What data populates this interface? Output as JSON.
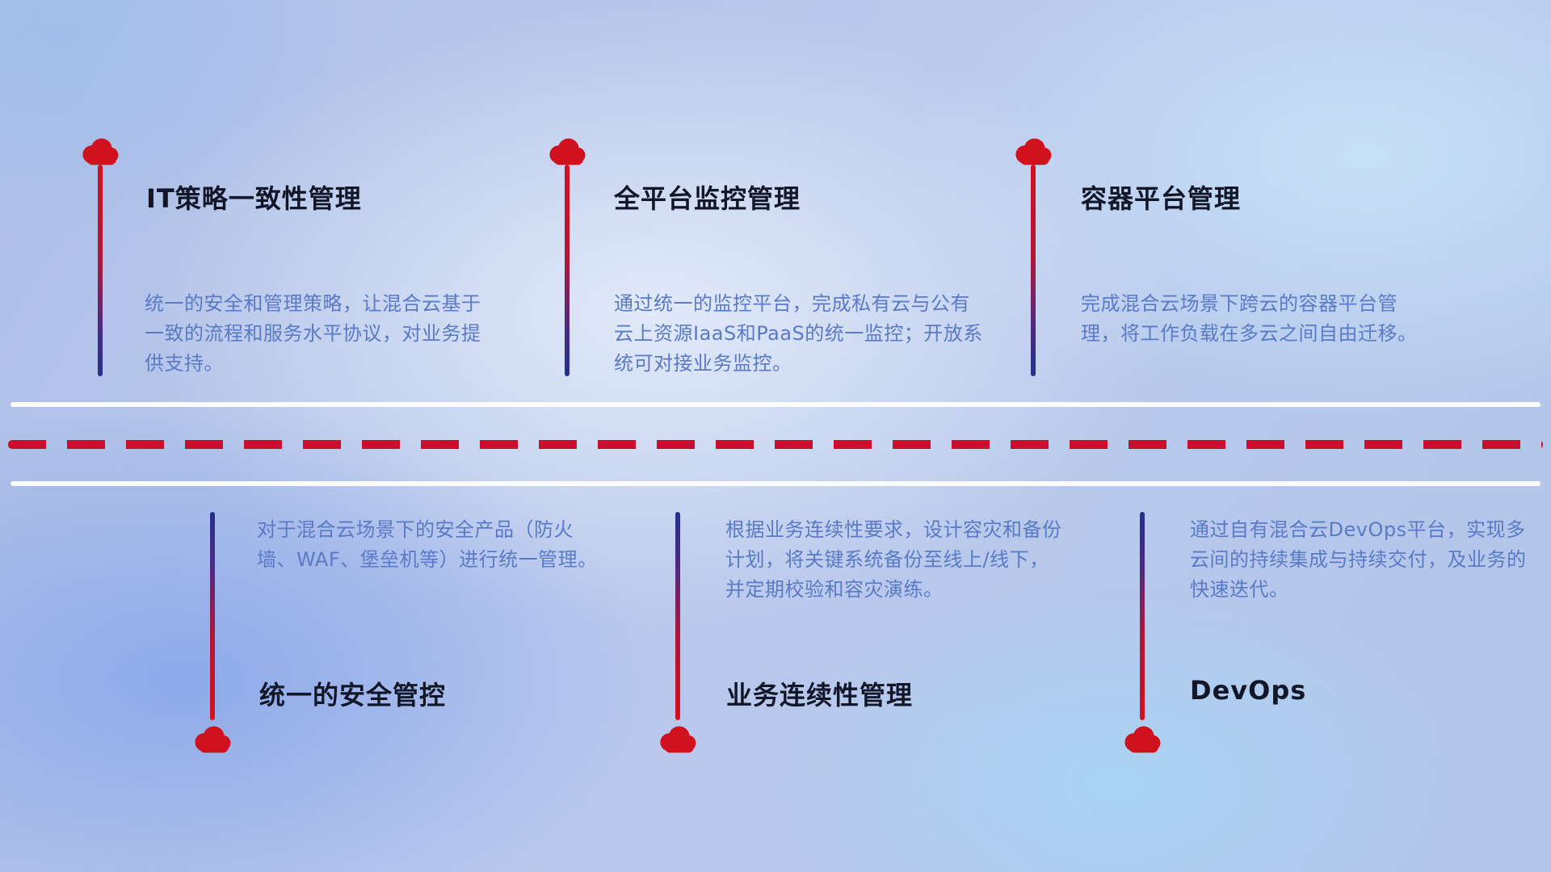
{
  "diagram": {
    "type": "timeline-infographic",
    "theme": "hybrid cloud management capabilities"
  },
  "colors": {
    "accent_red": "#d0121f",
    "dash_red": "#c8102e",
    "stem_blue": "#24318c",
    "title_text": "#111728",
    "desc_text": "#5b7ac5",
    "divider_white": "#ffffff",
    "background_base": "#b2c6ea"
  },
  "top_items": [
    {
      "title": "IT策略一致性管理",
      "desc": "统一的安全和管理策略，让混合云基于一致的流程和服务水平协议，对业务提供支持。"
    },
    {
      "title": "全平台监控管理",
      "desc": "通过统一的监控平台，完成私有云与公有云上资源IaaS和PaaS的统一监控；开放系统可对接业务监控。"
    },
    {
      "title": "容器平台管理",
      "desc": "完成混合云场景下跨云的容器平台管理，将工作负载在多云之间自由迁移。"
    }
  ],
  "bottom_items": [
    {
      "title": "统一的安全管控",
      "desc": "对于混合云场景下的安全产品（防火墙、WAF、堡垒机等）进行统一管理。"
    },
    {
      "title": "业务连续性管理",
      "desc": "根据业务连续性要求，设计容灾和备份计划，将关键系统备份至线上/线下，并定期校验和容灾演练。"
    },
    {
      "title": "DevOps",
      "desc": "通过自有混合云DevOps平台，实现多云间的持续集成与持续交付，及业务的快速迭代。"
    }
  ]
}
